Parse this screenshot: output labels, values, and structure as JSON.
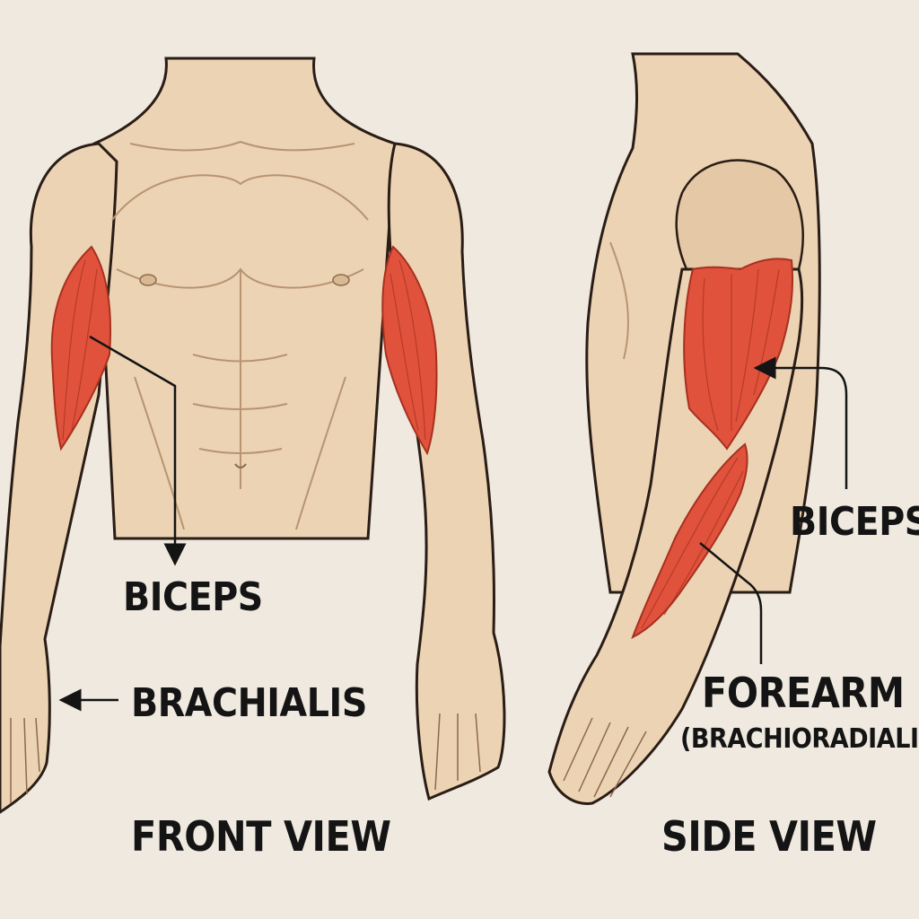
{
  "diagram": {
    "colors": {
      "background": "#efe9e0",
      "skin": "#ecd3b4",
      "skin_shade": "#d9b994",
      "outline": "#2a1d15",
      "muscle": "#e0523c",
      "muscle_fiber": "#a7301f",
      "label": "#141414"
    },
    "front_view": {
      "view_label": "FRONT VIEW",
      "labels": {
        "biceps": "BICEPS",
        "brachialis": "BRACHIALIS"
      }
    },
    "side_view": {
      "view_label": "SIDE VIEW",
      "labels": {
        "biceps": "BICEPS",
        "forearm": "FOREARM",
        "forearm_detail": "(BRACHIORADIALIS)"
      }
    }
  }
}
